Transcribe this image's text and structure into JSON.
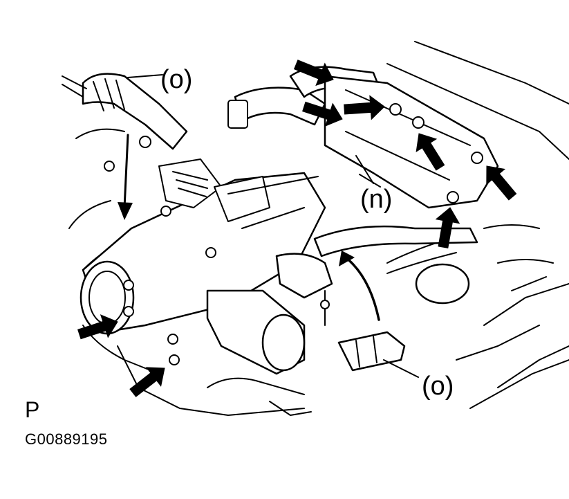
{
  "labels": {
    "top_hose": "(o)",
    "bottom_hose": "(o)",
    "manifold": "(n)"
  },
  "view_letter": "P",
  "figure_code": "G00889195",
  "colors": {
    "ink": "#000000",
    "paper": "#ffffff"
  },
  "icons": {
    "pointer": "arrow-icon"
  }
}
